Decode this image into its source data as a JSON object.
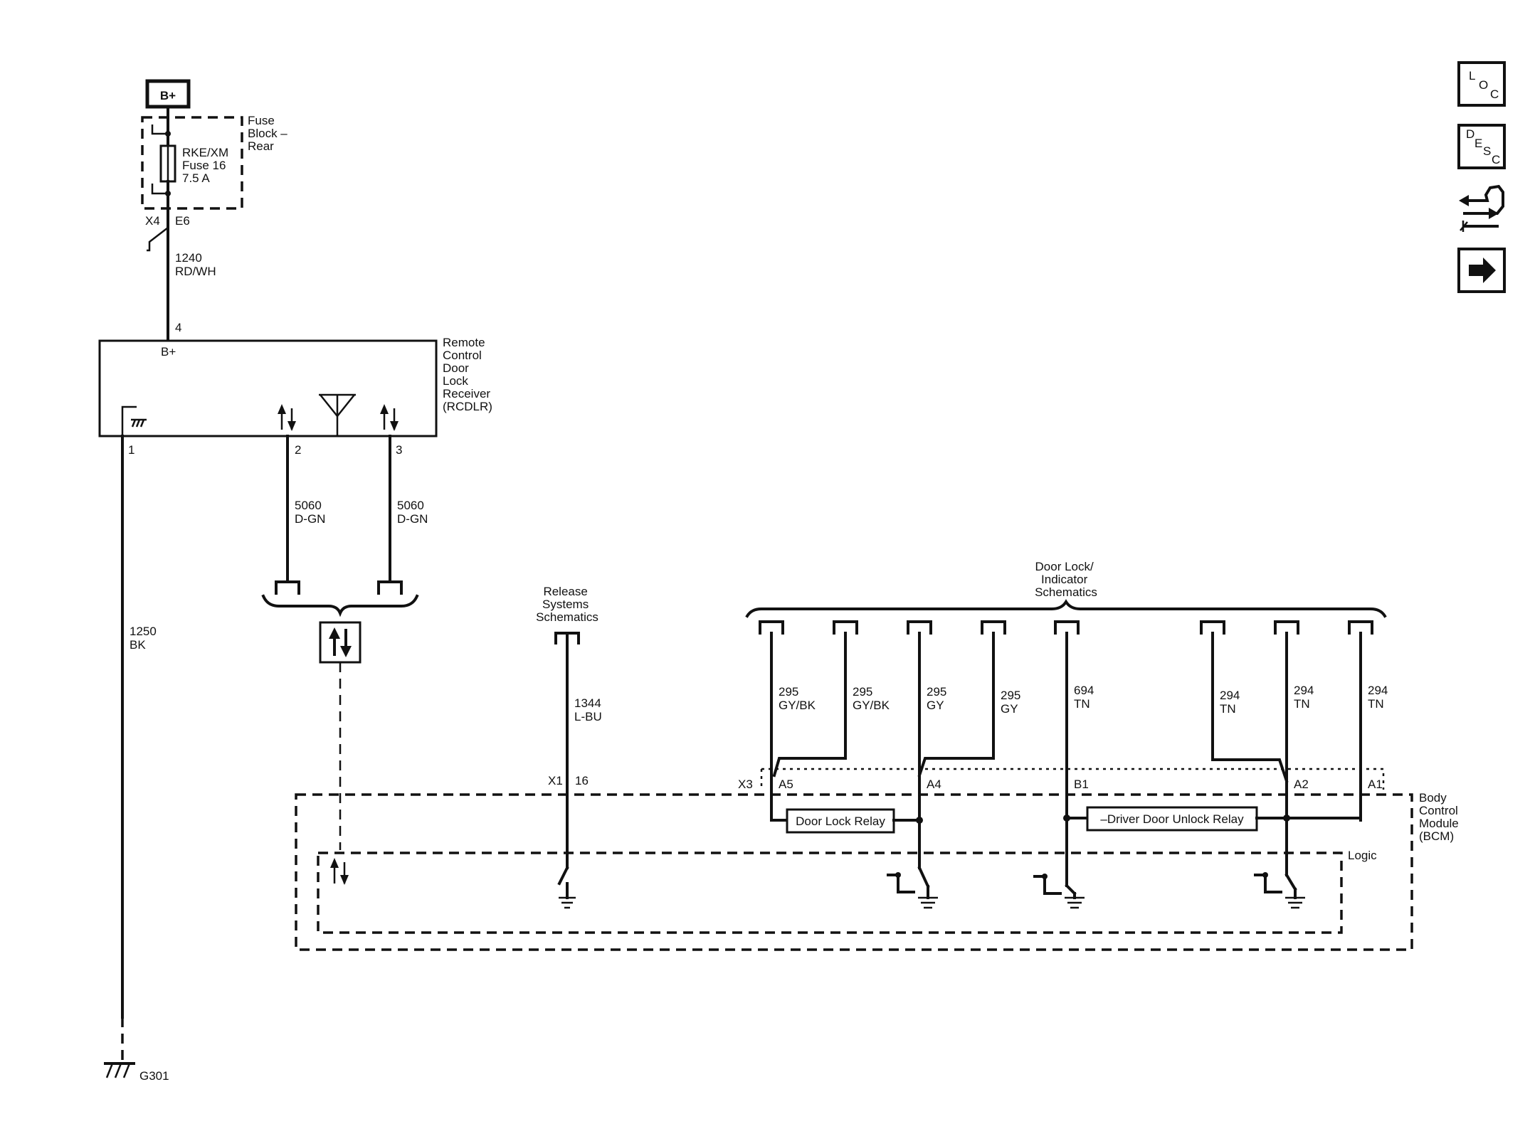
{
  "power": {
    "label": "B+"
  },
  "fuse_block": {
    "title_lines": [
      "Fuse",
      "Block –",
      "Rear"
    ],
    "fuse_lines": [
      "RKE/XM",
      "Fuse 16",
      "7.5 A"
    ],
    "connector": "X4",
    "pin": "E6"
  },
  "wire_1240": {
    "num": "1240",
    "color": "RD/WH"
  },
  "rcdlr": {
    "title_lines": [
      "Remote",
      "Control",
      "Door",
      "Lock",
      "Receiver",
      "(RCDLR)"
    ],
    "pin_power": "4",
    "power_label": "B+",
    "pin_ground": "1",
    "pin_data_a": "2",
    "pin_data_b": "3"
  },
  "wire_5060_a": {
    "num": "5060",
    "color": "D-GN"
  },
  "wire_5060_b": {
    "num": "5060",
    "color": "D-GN"
  },
  "wire_1250": {
    "num": "1250",
    "color": "BK"
  },
  "ground": {
    "label": "G301"
  },
  "release": {
    "title_lines": [
      "Release",
      "Systems",
      "Schematics"
    ],
    "wire_num": "1344",
    "wire_color": "L-BU",
    "connector": "X1",
    "pin": "16"
  },
  "door_lock": {
    "title_lines": [
      "Door Lock/",
      "Indicator",
      "Schematics"
    ],
    "wires": [
      {
        "num": "295",
        "color": "GY/BK"
      },
      {
        "num": "295",
        "color": "GY/BK"
      },
      {
        "num": "295",
        "color": "GY"
      },
      {
        "num": "295",
        "color": "GY"
      },
      {
        "num": "694",
        "color": "TN"
      },
      {
        "num": "294",
        "color": "TN"
      },
      {
        "num": "294",
        "color": "TN"
      },
      {
        "num": "294",
        "color": "TN"
      }
    ],
    "connector": "X3",
    "pins": [
      "A5",
      "A4",
      "B1",
      "A2",
      "A1"
    ]
  },
  "bcm": {
    "title_lines": [
      "Body",
      "Control",
      "Module",
      "(BCM)"
    ],
    "logic_label": "Logic",
    "relay_lock": "Door Lock Relay",
    "relay_unlock": "–Driver Door Unlock Relay"
  },
  "nav": {
    "loc": {
      "l1": "L",
      "l2": "O",
      "l3": "C"
    },
    "desc": {
      "l1": "D",
      "l2": "E",
      "l3": "S",
      "l4": "C"
    }
  }
}
